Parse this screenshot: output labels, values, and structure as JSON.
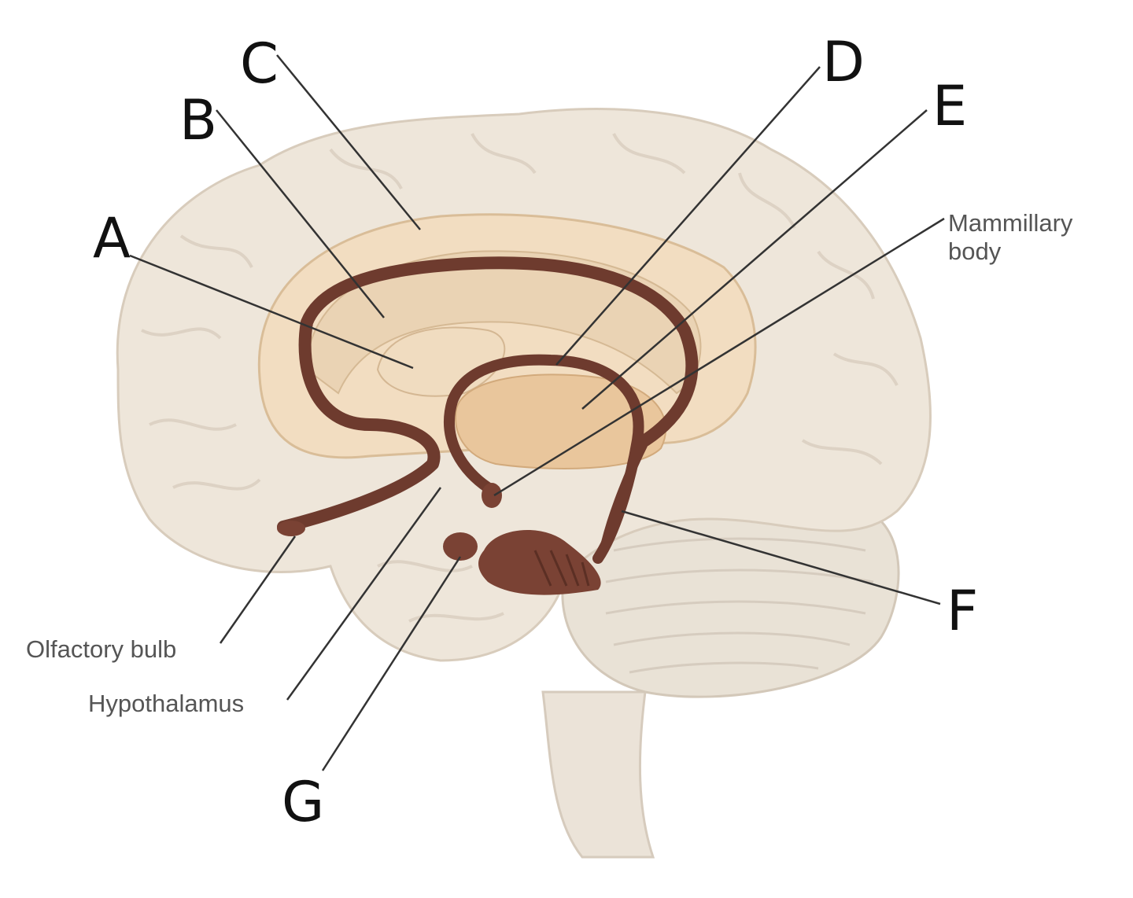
{
  "letters": {
    "a": "A",
    "b": "B",
    "c": "C",
    "d": "D",
    "e": "E",
    "f": "F",
    "g": "G"
  },
  "labels": {
    "mammillary_line1": "Mammillary",
    "mammillary_line2": "body",
    "olfactory": "Olfactory bulb",
    "hypothalamus": "Hypothalamus"
  },
  "colors": {
    "brain_tissue": "#eee6da",
    "brain_outline": "#d8ccbc",
    "inner_tan": "#f0d7b5",
    "limbic_brown": "#6e3b2e",
    "thalamus_tan": "#e9c69c"
  }
}
